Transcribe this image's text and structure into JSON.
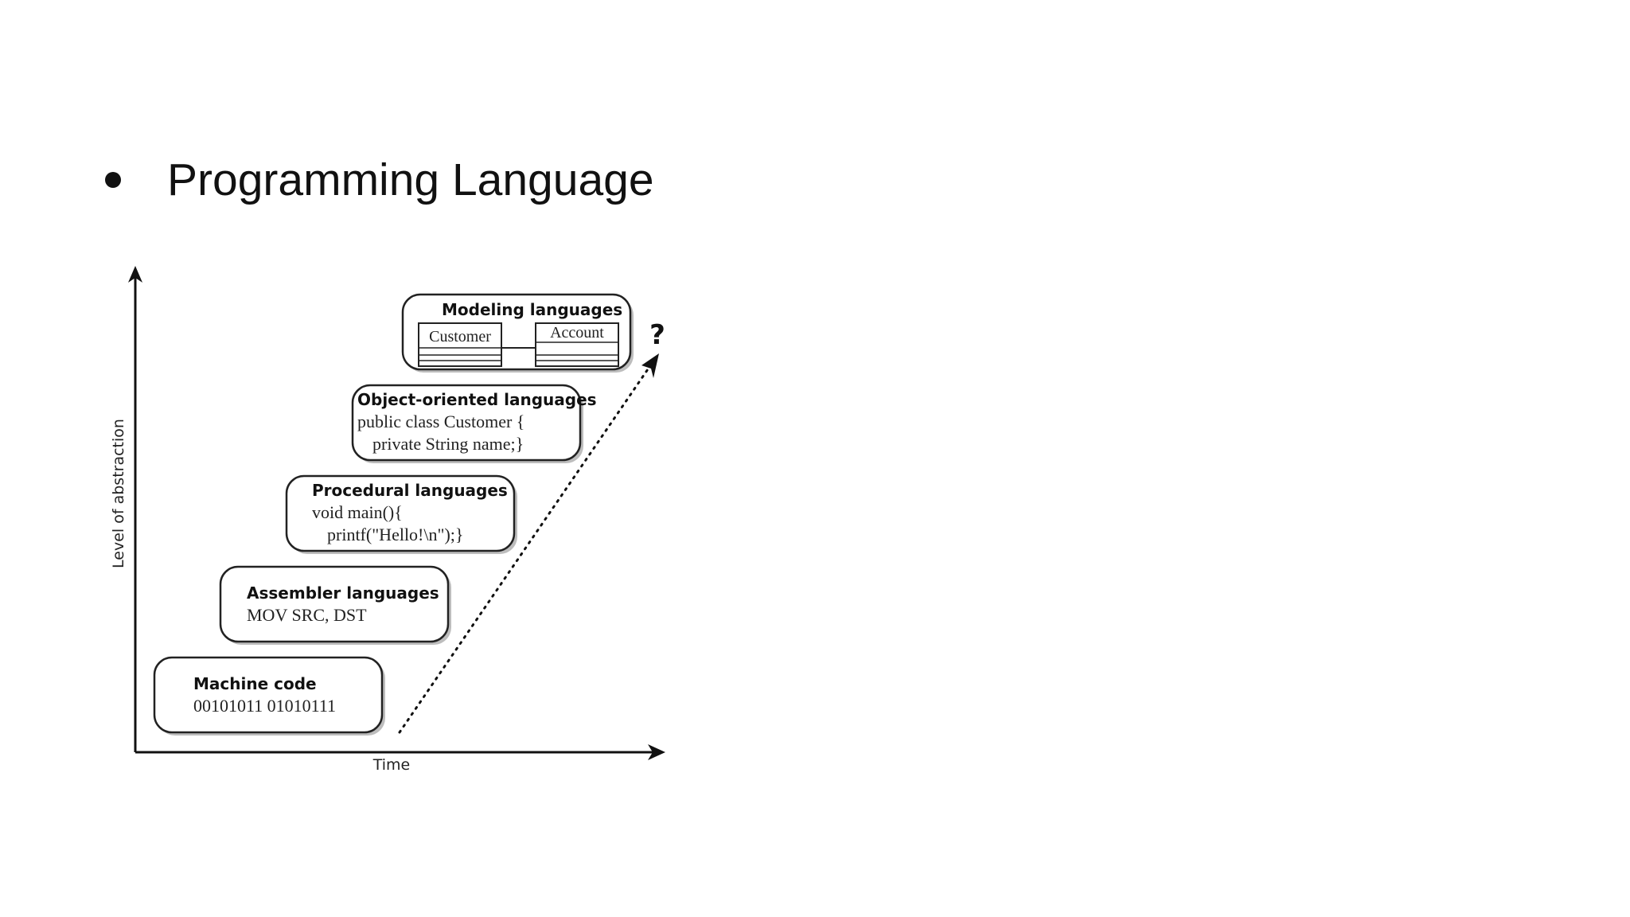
{
  "slide": {
    "heading": "Programming Language"
  },
  "diagram": {
    "y_axis_label": "Level of abstraction",
    "x_axis_label": "Time",
    "question_mark": "?",
    "boxes": [
      {
        "title": "Machine code",
        "lines": [
          "00101011 01010111"
        ]
      },
      {
        "title": "Assembler languages",
        "lines": [
          "MOV SRC, DST"
        ]
      },
      {
        "title": "Procedural languages",
        "lines": [
          "void main(){",
          "printf(\"Hello!\\n\");}"
        ]
      },
      {
        "title": "Object-oriented languages",
        "lines": [
          "public class Customer {",
          "private String name;}"
        ]
      },
      {
        "title": "Modeling languages",
        "uml_classes": [
          "Customer",
          "Account"
        ]
      }
    ]
  }
}
